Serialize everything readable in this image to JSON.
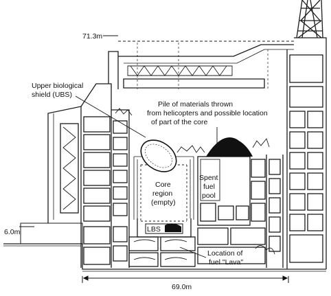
{
  "dimensions": {
    "top_height": "71.3m",
    "ground_height": "6.0m",
    "width": "69.0m"
  },
  "labels": {
    "ubs_line1": "Upper biological",
    "ubs_line2": "shield (UBS)",
    "pile_line1": "Pile of materials thrown",
    "pile_line2": "from helicopters and possible location",
    "pile_line3": "of part of the core",
    "core_line1": "Core",
    "core_line2": "region",
    "core_line3": "(empty)",
    "spent_line1": "Spent",
    "spent_line2": "fuel",
    "spent_line3": "pool",
    "lbs": "LBS",
    "lava_line1": "Location of",
    "lava_line2": "fuel \"Lava\""
  }
}
